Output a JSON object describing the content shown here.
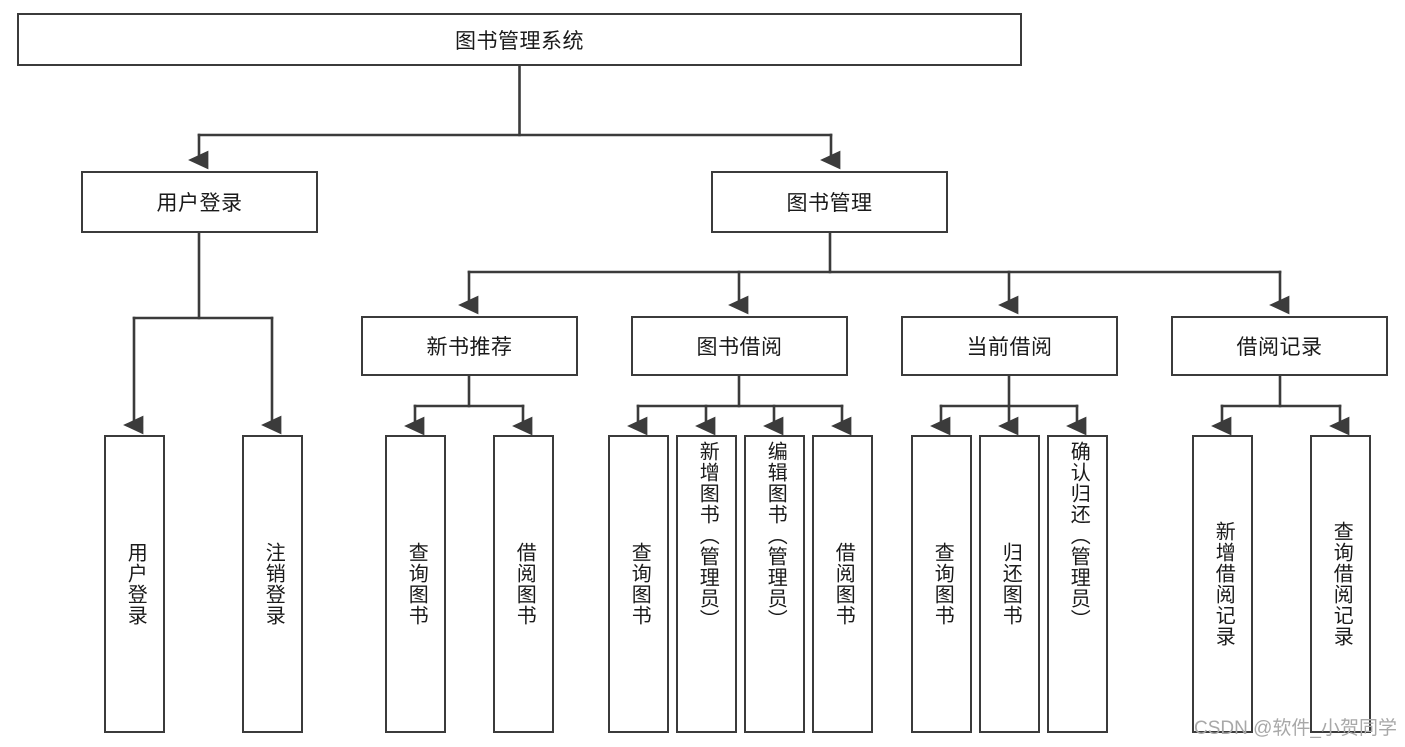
{
  "diagram": {
    "title": "图书管理系统",
    "type": "tree-hierarchy",
    "root": {
      "label": "图书管理系统"
    },
    "level2": [
      {
        "label": "用户登录"
      },
      {
        "label": "图书管理"
      }
    ],
    "level3": [
      {
        "label": "新书推荐"
      },
      {
        "label": "图书借阅"
      },
      {
        "label": "当前借阅"
      },
      {
        "label": "借阅记录"
      }
    ],
    "leaves": {
      "user_login": [
        {
          "label": "用户登录"
        },
        {
          "label": "注销登录"
        }
      ],
      "new_book_recommend": [
        {
          "label": "查询图书"
        },
        {
          "label": "借阅图书"
        }
      ],
      "book_borrow": [
        {
          "label": "查询图书"
        },
        {
          "label": "新增图书（管理员）"
        },
        {
          "label": "编辑图书（管理员）"
        },
        {
          "label": "借阅图书"
        }
      ],
      "current_borrow": [
        {
          "label": "查询图书"
        },
        {
          "label": "归还图书"
        },
        {
          "label": "确认归还（管理员）"
        }
      ],
      "borrow_record": [
        {
          "label": "新增借阅记录"
        },
        {
          "label": "查询借阅记录"
        }
      ]
    }
  },
  "watermark": {
    "text": "CSDN @软件_小贺同学"
  },
  "colors": {
    "stroke": "#3b3b3b",
    "background": "#ffffff",
    "text": "#1a1a1a",
    "watermark": "#a8a8a8"
  }
}
